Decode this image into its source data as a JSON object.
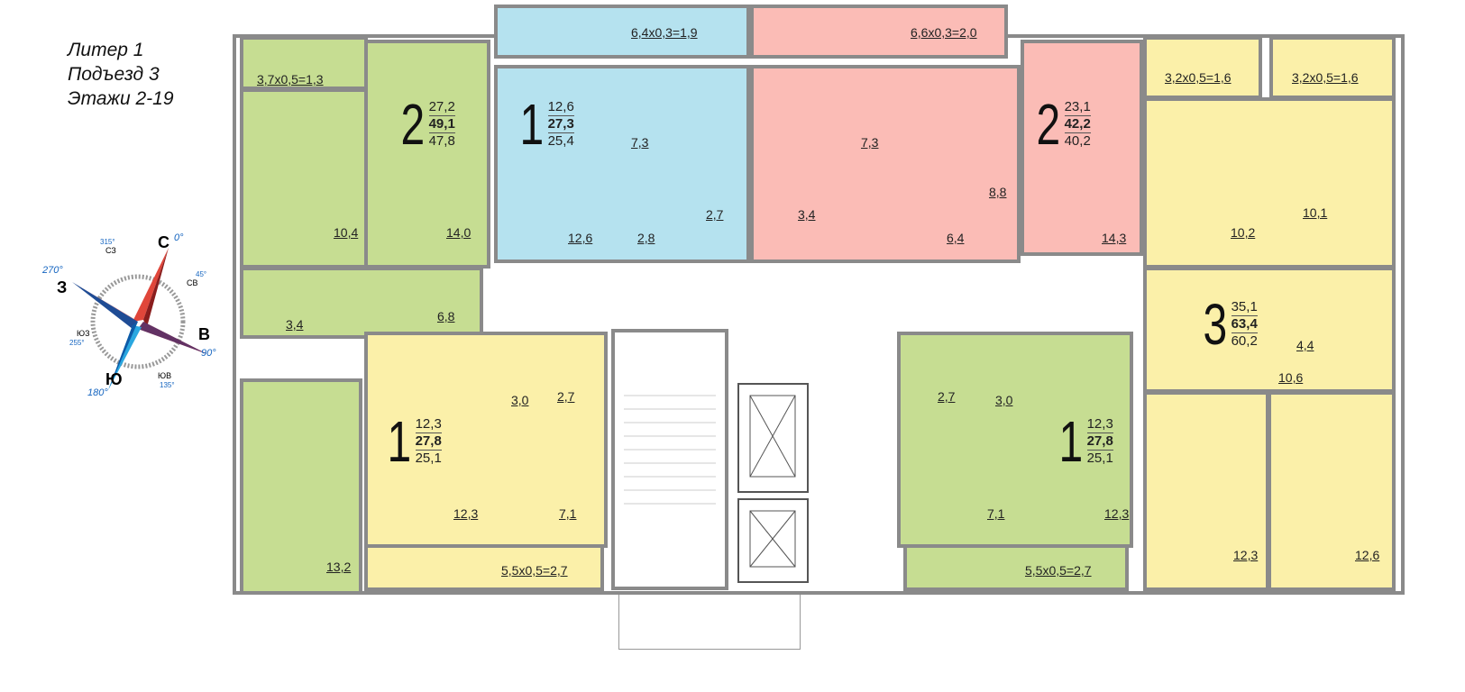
{
  "title": {
    "line1": "Литер 1",
    "line2": "Подъезд 3",
    "line3": "Этажи 2-19"
  },
  "compass": {
    "n": "С",
    "e": "В",
    "s": "Ю",
    "w": "З",
    "nw": "СЗ",
    "ne": "СВ",
    "sw": "ЮЗ",
    "se": "ЮВ",
    "deg_n": "0°",
    "deg_e": "90°",
    "deg_s": "180°",
    "deg_w": "270°",
    "deg_nw": "315°",
    "deg_ne": "45°",
    "deg_sw": "255°",
    "deg_se": "135°"
  },
  "colors": {
    "green": "#c6dd92",
    "blue": "#b5e2ef",
    "pink": "#fbbcb6",
    "yellow": "#fbf0a9"
  },
  "apartments": [
    {
      "rooms": "2",
      "living": "27,2",
      "total": "49,1",
      "area": "47,8",
      "balcony": "3,7x0,5=1,3",
      "labels": [
        "10,4",
        "14,0",
        "6,8",
        "3,4",
        "13,2"
      ]
    },
    {
      "rooms": "1",
      "living": "12,6",
      "total": "27,3",
      "area": "25,4",
      "balcony": "6,4x0,3=1,9",
      "labels": [
        "7,3",
        "12,6",
        "2,8",
        "2,7"
      ]
    },
    {
      "rooms": "2",
      "living": "23,1",
      "total": "42,2",
      "area": "40,2",
      "balcony": "6,6x0,3=2,0",
      "labels": [
        "7,3",
        "8,8",
        "3,4",
        "6,4",
        "14,3"
      ]
    },
    {
      "rooms": "3",
      "living": "35,1",
      "total": "63,4",
      "area": "60,2",
      "balcony": "3,2x0,5=1,6",
      "balcony2": "3,2x0,5=1,6",
      "labels": [
        "10,2",
        "10,1",
        "10,6",
        "4,4",
        "12,3",
        "12,6"
      ]
    },
    {
      "rooms": "1",
      "living": "12,3",
      "total": "27,8",
      "area": "25,1",
      "balcony": "5,5x0,5=2,7",
      "labels": [
        "3,0",
        "2,7",
        "12,3",
        "7,1"
      ]
    },
    {
      "rooms": "1",
      "living": "12,3",
      "total": "27,8",
      "area": "25,1",
      "balcony": "5,5x0,5=2,7",
      "labels": [
        "2,7",
        "3,0",
        "12,3",
        "7,1"
      ]
    }
  ]
}
